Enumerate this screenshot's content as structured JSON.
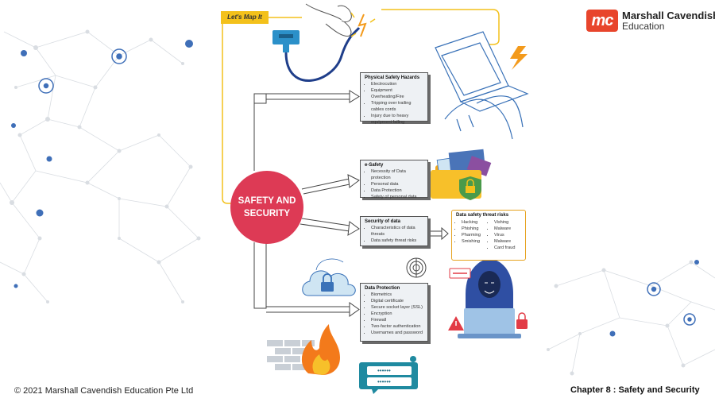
{
  "brand": {
    "logo_mark": "mc",
    "name_line1": "Marshall Cavendish",
    "name_line2": "Education",
    "color": "#e8452c"
  },
  "banner": {
    "label": "Let's Map It"
  },
  "hub": {
    "line1": "SAFETY AND",
    "line2": "SECURITY",
    "color": "#dd3a55"
  },
  "boxes": [
    {
      "title": "Physical Safety Hazards",
      "items": [
        "Electrocution",
        "Equipment Overheating/Fire",
        "Tripping over trailing cables cords",
        "Injury due to heavy equipment falling"
      ]
    },
    {
      "title": "e-Safety",
      "items": [
        "Necessity of Data protection",
        "Personal data",
        "Data Protection",
        "Safety of personal data"
      ]
    },
    {
      "title": "Security of data",
      "items": [
        "Characteristics of data threats",
        "Data safety threat risks"
      ]
    },
    {
      "title": "Data Protection",
      "items": [
        "Biometrics",
        "Digital certificate",
        "Secure socket layer (SSL)",
        "Encryption",
        "Firewall",
        "Two-factor authentication",
        "Usernames and password"
      ]
    }
  ],
  "threats": {
    "title": "Data safety threat risks",
    "col1": [
      "Hacking",
      "Phishing",
      "Pharming",
      "Smishing"
    ],
    "col2": [
      "Vishing",
      "Malware",
      "Virus",
      "Malware",
      "Card fraud"
    ]
  },
  "password": {
    "masked1": "••••••",
    "masked2": "••••••"
  },
  "footer": {
    "copyright": "© 2021 Marshall Cavendish Education Pte Ltd",
    "chapter": "Chapter 8 : Safety and Security"
  }
}
